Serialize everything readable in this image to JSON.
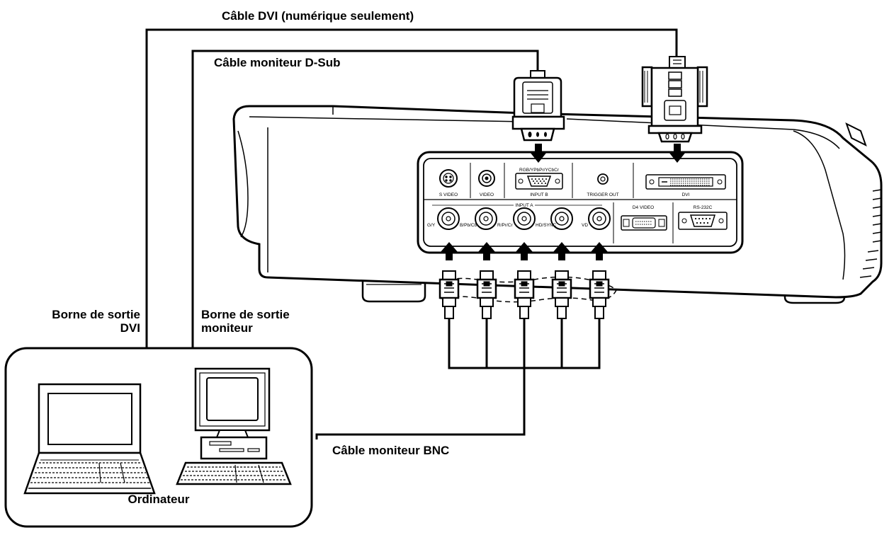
{
  "labels": {
    "dvi_cable": "Câble DVI (numérique seulement)",
    "dsub_cable": "Câble moniteur D-Sub",
    "dvi_output_line1": "Borne de sortie",
    "dvi_output_line2": "DVI",
    "monitor_output_line1": "Borne de sortie",
    "monitor_output_line2": "moniteur",
    "bnc_cable": "Câble moniteur BNC",
    "computer": "Ordinateur"
  },
  "panel": {
    "s_video": "S VIDEO",
    "video": "VIDEO",
    "rgb_format": "RGB/YPbPr/YCbCr",
    "input_b": "INPUT B",
    "trigger_out": "TRIGGER OUT",
    "dvi": "DVI",
    "input_a": "INPUT A",
    "d4_video": "D4 VIDEO",
    "rs232c": "RS-232C",
    "g_y": "G/Y",
    "b_pb_cb": "B/Pb/Cb",
    "r_pr_cr": "R/Pr/Cr",
    "hd_sync": "HD/SYNC",
    "vd": "VD"
  },
  "colors": {
    "ink": "#000000",
    "paper": "#ffffff"
  }
}
